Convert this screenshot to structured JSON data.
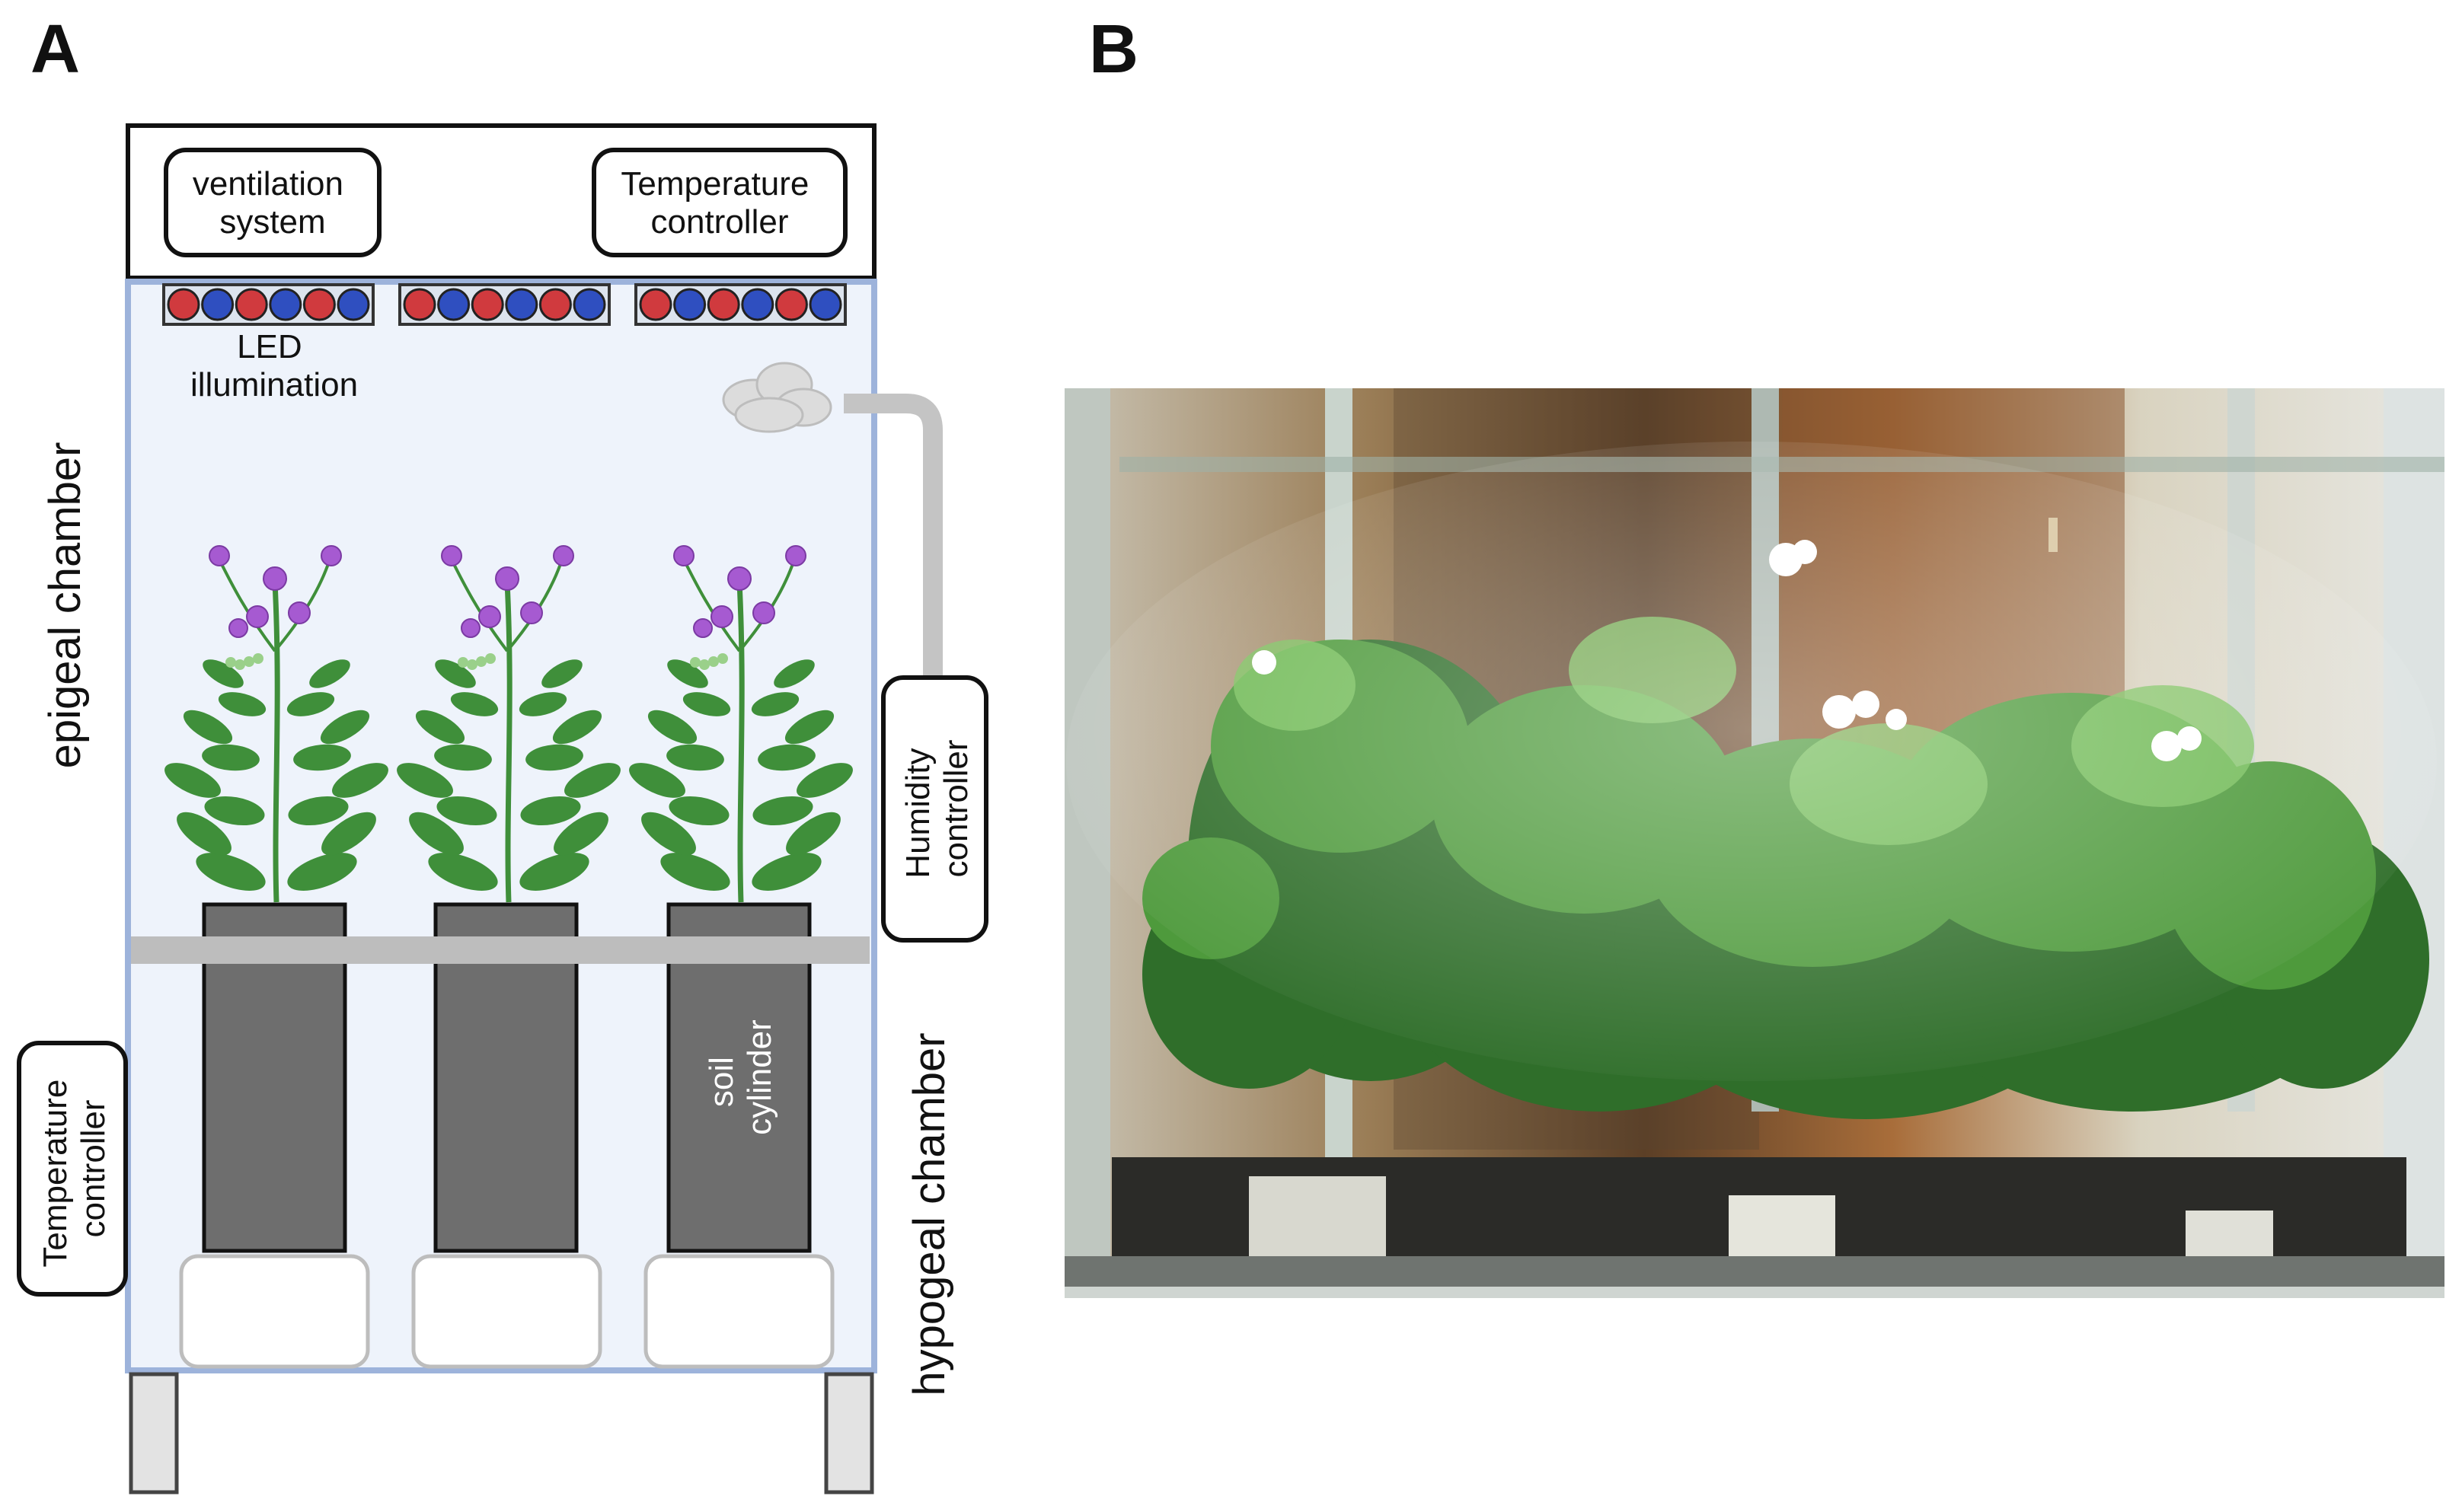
{
  "panels": {
    "a": {
      "label": "A"
    },
    "b": {
      "label": "B"
    }
  },
  "diagram": {
    "top_box": {
      "left_unit": [
        "ventilation",
        "system"
      ],
      "right_unit": [
        "Temperature",
        "controller"
      ]
    },
    "led": {
      "label": [
        "LED",
        "illumination"
      ],
      "colors": {
        "red": "#d03a3e",
        "blue": "#2f4fc0"
      }
    },
    "humidity_controller": [
      "Humidity",
      "controller"
    ],
    "side_temperature_controller": [
      "Temperature",
      "controller"
    ],
    "soil_cylinder": [
      "soil",
      "cylinder"
    ],
    "epigeal_label": "epigeal chamber",
    "hypogeal_label": "hypogeal chamber",
    "colors": {
      "chamber_fill": "#eef3fb",
      "chamber_border": "#9db3db",
      "cylinder": "#6e6e6e",
      "shelf": "#bdbdbd",
      "pipe": "#c4c4c4",
      "leaf": "#3f8f3a",
      "flower": "#a65ad1"
    }
  },
  "photo": {
    "subject": "potato plants in glass growth chamber",
    "icon": "plant-photo"
  }
}
